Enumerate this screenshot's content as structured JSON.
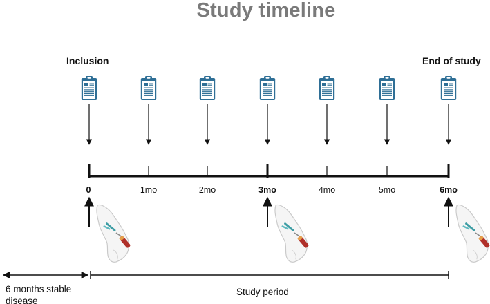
{
  "title": "Study timeline",
  "milestones": {
    "start": "Inclusion",
    "end": "End of study"
  },
  "ticks": [
    {
      "label": "0",
      "bold": true
    },
    {
      "label": "1mo",
      "bold": false
    },
    {
      "label": "2mo",
      "bold": false
    },
    {
      "label": "3mo",
      "bold": true
    },
    {
      "label": "4mo",
      "bold": false
    },
    {
      "label": "5mo",
      "bold": false
    },
    {
      "label": "6mo",
      "bold": true
    }
  ],
  "periods": {
    "pre": "6 months stable disease",
    "study": "Study period"
  },
  "icons": {
    "visit": "clipboard-icon",
    "sample": "blood-draw-icon"
  },
  "colors": {
    "title": "#7a7a7a",
    "clipboard": "#2f6f96",
    "line": "#111111",
    "tube": "#b0302a"
  }
}
